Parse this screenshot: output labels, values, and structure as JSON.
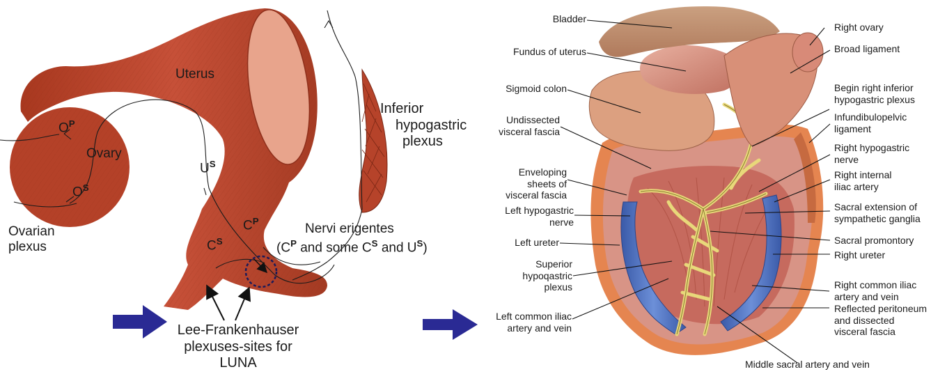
{
  "left_panel": {
    "uterus": "Uterus",
    "ovary": "Ovary",
    "ovarian_plexus": [
      "Ovarian",
      "plexus"
    ],
    "inferior_hypogastric_plexus": [
      "Inferior",
      "hypogastric",
      "plexus"
    ],
    "nervi_erigentes_title": "Nervi erigentes",
    "nervi_erigentes_sub": {
      "open": "(C",
      "p1": "P",
      "mid": " and some C",
      "s1": "S",
      "and": " and U",
      "s2": "S",
      "close": ")"
    },
    "o_p": {
      "base": "O",
      "sup": "P"
    },
    "o_s": {
      "base": "O",
      "sup": "S"
    },
    "u_s": {
      "base": "U",
      "sup": "S"
    },
    "c_p": {
      "base": "C",
      "sup": "P"
    },
    "c_s": {
      "base": "C",
      "sup": "S"
    },
    "lee_frankenhauser": [
      "Lee-Frankenhauser",
      "plexuses-sites for",
      "LUNA"
    ]
  },
  "right_panel": {
    "left_labels": [
      [
        "Bladder"
      ],
      [
        "Fundus of uterus"
      ],
      [
        "Sigmoid colon"
      ],
      [
        "Undissected",
        "visceral fascia"
      ],
      [
        "Enveloping",
        "sheets of",
        "visceral fascia"
      ],
      [
        "Left hypogastric",
        "nerve"
      ],
      [
        "Left ureter"
      ],
      [
        "Superior",
        "hypoqastric",
        "plexus"
      ],
      [
        "Left common iliac",
        "artery and vein"
      ]
    ],
    "right_labels": [
      [
        "Right ovary"
      ],
      [
        "Broad ligament"
      ],
      [
        "Begin right inferior",
        "hypogastric plexus"
      ],
      [
        "Infundibulopelvic",
        "ligament"
      ],
      [
        "Right hypogastric",
        "nerve"
      ],
      [
        "Right internal",
        "iliac artery"
      ],
      [
        "Sacral extension of",
        "sympathetic ganglia"
      ],
      [
        "Sacral promontory"
      ],
      [
        "Right ureter"
      ],
      [
        "Right common iliac",
        "artery and vein"
      ],
      [
        "Reflected peritoneum",
        "and dissected",
        "visceral fascia"
      ]
    ],
    "bottom_label": "Middle sacral artery and vein"
  },
  "colors": {
    "muscle": "#b8442a",
    "muscle_light": "#d8705a",
    "fat": "#f6e58a",
    "vein": "#4a6ec0",
    "arrow": "#2a2a94",
    "peritoneum": "#e38a5a",
    "bladder": "#c8906e"
  }
}
